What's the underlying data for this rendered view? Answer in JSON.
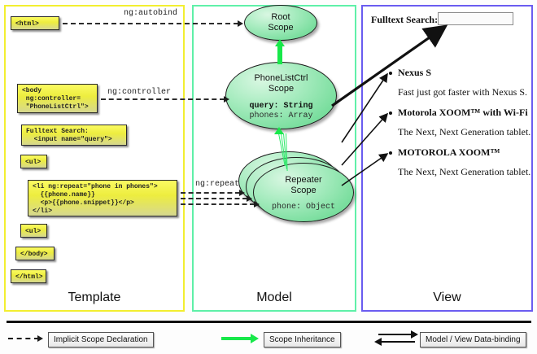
{
  "diagram": {
    "title": "AngularJS Template / Model / View scope diagram",
    "colors": {
      "template_border": "#f2ee30",
      "model_border": "#5ff0a8",
      "view_border": "#6a5cf0",
      "scope_fill": "#77dd9c",
      "inheritance_arrow": "#18e84a",
      "databinding_arrow": "#111111"
    }
  },
  "panels": {
    "template": {
      "label": "Template",
      "boxes": [
        {
          "name": "html-open",
          "code": "<html>"
        },
        {
          "name": "body-open",
          "code": "<body\n ng:controller=\n \"PhoneListCtrl\">"
        },
        {
          "name": "fulltext-search",
          "code": "Fulltext Search:\n  <input name=\"query\">"
        },
        {
          "name": "ul-open",
          "code": "<ul>"
        },
        {
          "name": "li-repeat",
          "code": "<li ng:repeat=\"phone in phones\">\n  {{phone.name}}\n  <p>{{phone.snippet}}</p>\n</li>"
        },
        {
          "name": "ul-close",
          "code": "<ul>"
        },
        {
          "name": "body-close",
          "code": "</body>"
        },
        {
          "name": "html-close",
          "code": "</html>"
        }
      ]
    },
    "model": {
      "label": "Model",
      "scopes": [
        {
          "name": "root-scope",
          "title_line1": "Root",
          "title_line2": "Scope",
          "props": []
        },
        {
          "name": "phonelistctrl-scope",
          "title_line1": "PhoneListCtrl",
          "title_line2": "Scope",
          "props": [
            {
              "text": "query: String",
              "bold": true
            },
            {
              "text": "phones: Array",
              "bold": false
            }
          ]
        },
        {
          "name": "repeater-scope",
          "title_line1": "Repeater",
          "title_line2": "Scope",
          "props": [
            {
              "text": "phone: Object",
              "bold": false
            }
          ]
        }
      ]
    },
    "view": {
      "label": "View",
      "search_label": "Fulltext Search:",
      "search_value": "",
      "items": [
        {
          "name": "Nexus S",
          "snippet": "Fast just got faster with Nexus S."
        },
        {
          "name": "Motorola XOOM™  with Wi-Fi",
          "snippet": "The Next, Next Generation tablet."
        },
        {
          "name": "MOTOROLA XOOM™",
          "snippet": "The Next, Next Generation tablet."
        }
      ]
    }
  },
  "edge_labels": {
    "autobind": "ng:autobind",
    "controller": "ng:controller",
    "repeat": "ng:repeat"
  },
  "legend": {
    "items": [
      {
        "name": "implicit-scope-declaration",
        "label": "Implicit Scope Declaration",
        "style": "dashed-black-arrow"
      },
      {
        "name": "scope-inheritance",
        "label": "Scope Inheritance",
        "style": "solid-green-arrow"
      },
      {
        "name": "model-view-databinding",
        "label": "Model / View Data-binding",
        "style": "double-black-arrow"
      }
    ]
  }
}
